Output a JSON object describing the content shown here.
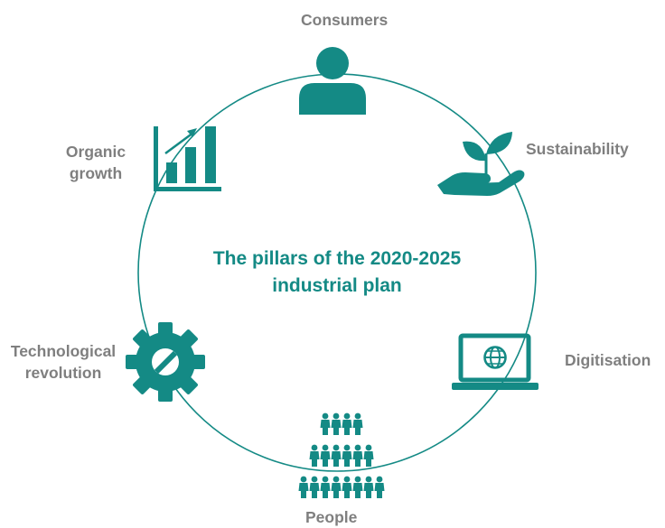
{
  "title": {
    "line1": "The pillars of the 2020-2025",
    "line2": "industrial plan"
  },
  "pillars": {
    "consumers": {
      "label": "Consumers",
      "icon": "person-icon"
    },
    "sustainability": {
      "label": "Sustainability",
      "icon": "hand-plant-icon"
    },
    "digitisation": {
      "label": "Digitisation",
      "icon": "laptop-globe-icon"
    },
    "people": {
      "label": "People",
      "icon": "people-crowd-icon"
    },
    "technological_revolution": {
      "line1": "Technological",
      "line2": "revolution",
      "icon": "gear-icon"
    },
    "organic_growth": {
      "line1": "Organic",
      "line2": "growth",
      "icon": "bar-chart-growth-icon"
    }
  },
  "colors": {
    "accent": "#148a85",
    "label": "#7f7f7f"
  }
}
